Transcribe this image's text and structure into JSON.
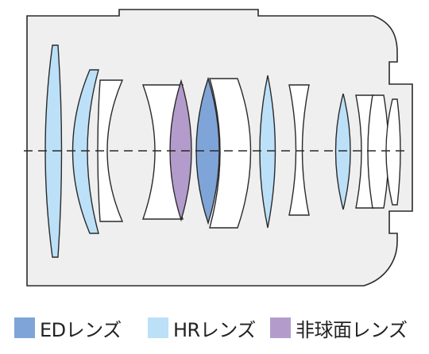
{
  "colors": {
    "barrel_fill": "#efefef",
    "barrel_stroke": "#2a2a2a",
    "ed": "#7fa4d7",
    "hr": "#bce0f7",
    "aspherical": "#b39ccb",
    "normal": "#ffffff",
    "axis": "#2a2a2a"
  },
  "legend": [
    {
      "key": "ed",
      "label": "EDレンズ",
      "color": "#7fa4d7"
    },
    {
      "key": "hr",
      "label": "HRレンズ",
      "color": "#bce0f7"
    },
    {
      "key": "aspherical",
      "label": "非球面レンズ",
      "color": "#b39ccb"
    }
  ],
  "lens_elements": [
    {
      "group": 1,
      "type": "hr"
    },
    {
      "group": 1,
      "type": "hr"
    },
    {
      "group": 1,
      "type": "normal"
    },
    {
      "group": 2,
      "type": "normal"
    },
    {
      "group": 2,
      "type": "aspherical"
    },
    {
      "group": 2,
      "type": "ed"
    },
    {
      "group": 2,
      "type": "normal"
    },
    {
      "group": 3,
      "type": "hr"
    },
    {
      "group": 3,
      "type": "normal"
    },
    {
      "group": 4,
      "type": "hr"
    },
    {
      "group": 4,
      "type": "normal"
    },
    {
      "group": 4,
      "type": "normal"
    },
    {
      "group": 4,
      "type": "normal"
    }
  ]
}
